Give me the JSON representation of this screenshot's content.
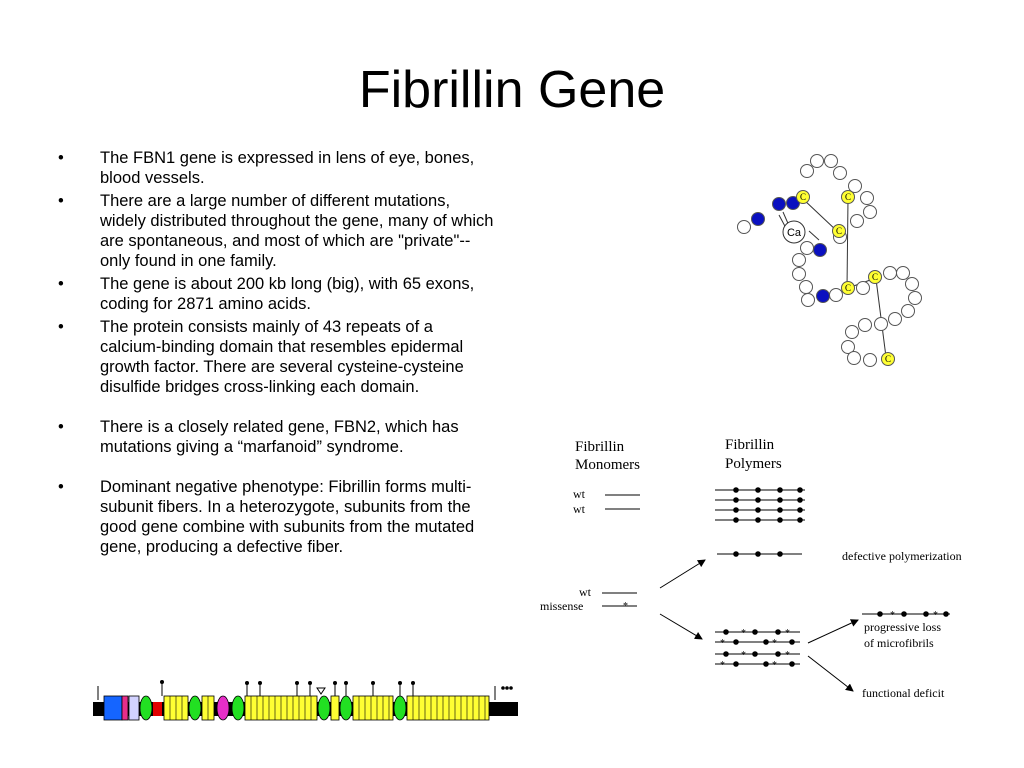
{
  "slide": {
    "title": "Fibrillin Gene",
    "bullets": [
      "The FBN1 gene is expressed in lens of eye, bones, blood vessels.",
      "There are a large number of different mutations, widely distributed throughout the gene, many of which are spontaneous, and most of which are \"private\"--only found in one family.",
      "The gene is about 200 kb long (big), with 65 exons, coding for 2871 amino acids.",
      "The protein consists mainly of  43 repeats of a calcium-binding domain that resembles epidermal growth factor.  There are several cysteine-cysteine disulfide bridges cross-linking each domain.",
      "There is a closely related gene, FBN2, which has mutations giving a “marfanoid” syndrome.",
      "Dominant negative phenotype: Fibrillin forms multi-subunit fibers. In a heterozygote, subunits from the good gene combine with subunits from the mutated gene, producing a defective fiber."
    ]
  },
  "domain_diagram": {
    "calcium_label": "Ca",
    "cysteine_label": "C"
  },
  "polymer_diagram": {
    "monomers_title_1": "Fibrillin",
    "monomers_title_2": "Monomers",
    "polymers_title_1": "Fibrillin",
    "polymers_title_2": "Polymers",
    "wt_label": "wt",
    "missense_label": "missense",
    "defective_label": "defective polymerization",
    "progressive_label_1": "progressive loss",
    "progressive_label_2": "of microfibrils",
    "functional_label": "functional deficit"
  }
}
